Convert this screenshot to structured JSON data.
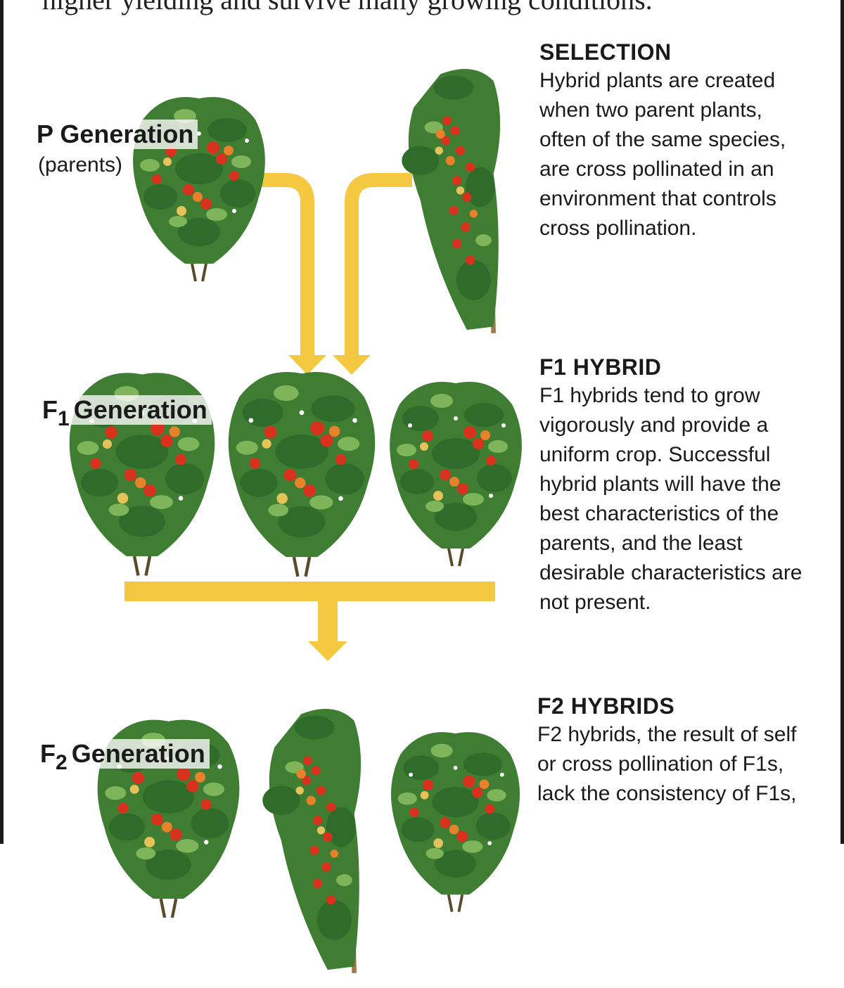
{
  "intro_text": "higher yielding and survive many growing conditions.",
  "labels": {
    "p_generation": "P Generation",
    "parents": "(parents)",
    "f1_prefix": "F",
    "f1_sub": "1",
    "f1_rest": "Generation",
    "f2_prefix": "F",
    "f2_sub": "2",
    "f2_rest": "Generation"
  },
  "sections": {
    "selection": {
      "heading": "SELECTION",
      "body": "Hybrid plants are created when two parent plants, often of the same species, are cross pollinated in an environment that controls cross pollination."
    },
    "f1_hybrid": {
      "heading": "F1 HYBRID",
      "body": "F1 hybrids tend to grow vigorously and provide a uniform crop. Successful hybrid plants will have the best characteristics of the parents, and the least desirable characteristics are not present."
    },
    "f2_hybrids": {
      "heading": "F2 HYBRIDS",
      "body": "F2 hybrids, the result of self or cross pollination of F1s, lack the consistency of F1s,"
    }
  },
  "colors": {
    "arrow": "#F5C842",
    "leaf_dark": "#2f6b2a",
    "leaf_mid": "#4f8f3a",
    "leaf_light": "#7fb55a",
    "tomato_red": "#d8321f",
    "tomato_orange": "#e8822a",
    "tomato_yellow": "#e6c35a",
    "stake": "#a07a4a"
  },
  "icons": {
    "plant": "tomato-plant-icon",
    "arrow": "flow-arrow-icon"
  }
}
